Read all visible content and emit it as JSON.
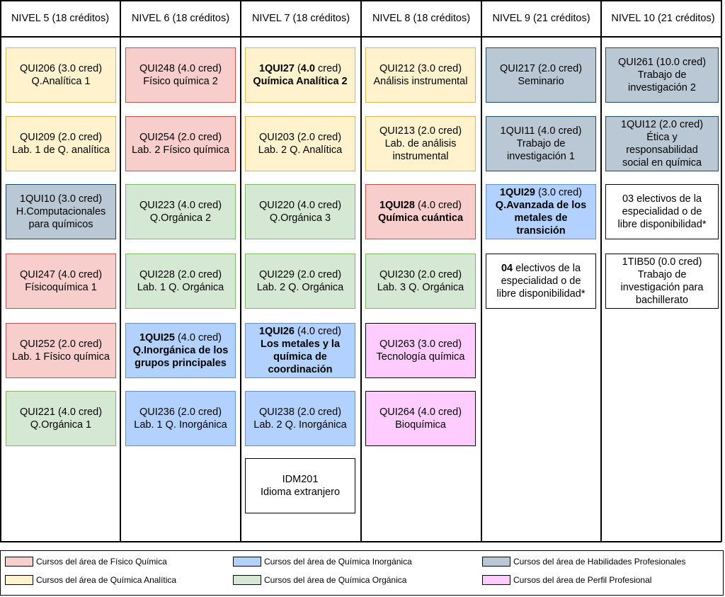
{
  "levels": [
    {
      "title": "NIVEL 5 (18 créditos)"
    },
    {
      "title": "NIVEL 6 (18 créditos)"
    },
    {
      "title": "NIVEL 7 (18 créditos)"
    },
    {
      "title": "NIVEL 8 (18 créditos)"
    },
    {
      "title": "NIVEL 9 (21 créditos)"
    },
    {
      "title": "NIVEL 10 (21 créditos)"
    }
  ],
  "courses": {
    "n5": [
      {
        "area": "analitica",
        "lines": [
          "QUI206 (3.0 cred)",
          "Q.Analítica 1"
        ]
      },
      {
        "area": "analitica",
        "lines": [
          "QUI209 (2.0 cred)",
          "Lab. 1 de Q. analítica"
        ]
      },
      {
        "area": "habilidades",
        "lines": [
          "1QUI10 (3.0 cred)",
          "H.Computacionales",
          "para químicos"
        ]
      },
      {
        "area": "fisico",
        "lines": [
          "QUI247 (4.0 cred)",
          "Físicoquímica 1"
        ]
      },
      {
        "area": "fisico",
        "lines": [
          "QUI252 (2.0 cred)",
          "Lab. 1 Físico química"
        ]
      },
      {
        "area": "organica",
        "lines": [
          "QUI221 (4.0 cred)",
          "Q.Orgánica 1"
        ]
      }
    ],
    "n6": [
      {
        "area": "fisico",
        "lines": [
          "QUI248 (4.0 cred)",
          "Físico química 2"
        ]
      },
      {
        "area": "fisico",
        "lines": [
          "QUI254 (2.0 cred)",
          "Lab. 2 Físico química"
        ]
      },
      {
        "area": "organica",
        "lines": [
          "QUI223 (4.0 cred)",
          "Q.Orgánica 2"
        ]
      },
      {
        "area": "organica",
        "lines": [
          "QUI228 (2.0 cred)",
          "Lab. 1 Q. Orgánica"
        ]
      },
      {
        "area": "inorganica",
        "code_bold": "1QUI25",
        "code_rest": " (4.0 cred)",
        "bold_lines": [
          "Q.Inorgánica de los",
          "grupos principales"
        ]
      },
      {
        "area": "inorganica",
        "lines": [
          "QUI236 (2.0 cred)",
          "Lab. 1 Q. Inorgánica"
        ]
      }
    ],
    "n7": [
      {
        "area": "analitica",
        "code_bold": "1QUI27",
        "code_rest": " (",
        "code_bold2": "4.0",
        "code_rest2": " cred)",
        "bold_lines": [
          "Química Analítica 2"
        ]
      },
      {
        "area": "analitica",
        "lines": [
          "QUI203 (2.0 cred)",
          "Lab. 2 Q. Analítica"
        ]
      },
      {
        "area": "organica",
        "lines": [
          "QUI220 (4.0 cred)",
          "Q.Orgánica 3"
        ]
      },
      {
        "area": "organica",
        "lines": [
          "QUI229 (2.0 cred)",
          "Lab. 2 Q. Orgánica"
        ]
      },
      {
        "area": "inorganica",
        "code_bold": "1QUI26",
        "code_rest": " (4.0 cred)",
        "bold_lines": [
          "Los metales y la",
          "química de",
          "coordinación"
        ]
      },
      {
        "area": "inorganica",
        "lines": [
          "QUI238 (2.0 cred)",
          "Lab. 2 Q. Inorgánica"
        ]
      },
      {
        "area": "none",
        "lines": [
          "IDM201",
          "Idioma extranjero"
        ]
      }
    ],
    "n8": [
      {
        "area": "analitica",
        "lines": [
          "QUI212 (3.0 cred)",
          "Análisis instrumental"
        ]
      },
      {
        "area": "analitica",
        "lines": [
          "QUI213 (2.0 cred)",
          "Lab. de análisis",
          "instrumental"
        ]
      },
      {
        "area": "fisico",
        "code_bold": "1QUI28",
        "code_rest": " (4.0 cred)",
        "bold_lines": [
          "Química cuántica"
        ]
      },
      {
        "area": "organica",
        "lines": [
          "QUI230 (2.0 cred)",
          "Lab. 3 Q. Orgánica"
        ]
      },
      {
        "area": "perfil",
        "lines": [
          "QUI263 (3.0 cred)",
          "Tecnología química"
        ]
      },
      {
        "area": "perfil",
        "lines": [
          "QUI264 (4.0 cred)",
          "Bioquímica"
        ]
      }
    ],
    "n9": [
      {
        "area": "habilidades",
        "lines": [
          "QUI217 (2.0 cred)",
          "Seminario"
        ]
      },
      {
        "area": "habilidades",
        "lines": [
          "1QUI11 (4.0 cred)",
          "Trabajo de",
          "investigación 1"
        ]
      },
      {
        "area": "inorganica",
        "code_bold": "1QUI29",
        "code_rest": " (3.0 cred)",
        "bold_lines": [
          "Q.Avanzada de los",
          "metales de",
          "transición"
        ]
      },
      {
        "area": "none",
        "code_bold": "04",
        "code_rest": " electivos de la",
        "lines": [
          "especialidad o de",
          "libre disponibilidad*"
        ]
      }
    ],
    "n10": [
      {
        "area": "habilidades",
        "lines": [
          "QUI261 (10.0 cred)",
          "Trabajo de",
          "investigación 2"
        ]
      },
      {
        "area": "habilidades",
        "lines": [
          "1QUI12 (2.0 cred)",
          "Ética y",
          "responsabilidad",
          "social en química"
        ]
      },
      {
        "area": "none",
        "lines": [
          "03 electivos de la",
          "especialidad o de",
          "libre disponibilidad*"
        ]
      },
      {
        "area": "none",
        "lines": [
          "1TIB50 (0.0 cred)",
          "Trabajo de",
          "investigación para",
          "bachillerato"
        ]
      }
    ]
  },
  "legend": [
    {
      "area": "fisico",
      "label": "Cursos del área de Físico Química",
      "color": "#f8cecc"
    },
    {
      "area": "inorganica",
      "label": "Cursos del área de Química Inorgánica",
      "color": "#b3d1ff"
    },
    {
      "area": "habilidades",
      "label": "Cursos del área de Habilidades Profesionales",
      "color": "#b9c8d4"
    },
    {
      "area": "analitica",
      "label": "Cursos del área de Química Analítica",
      "color": "#fff2cc"
    },
    {
      "area": "organica",
      "label": "Cursos del área de Química Orgánica",
      "color": "#d5e8d4"
    },
    {
      "area": "perfil",
      "label": "Cursos del área de Perfil Profesional",
      "color": "#ffccff"
    }
  ]
}
